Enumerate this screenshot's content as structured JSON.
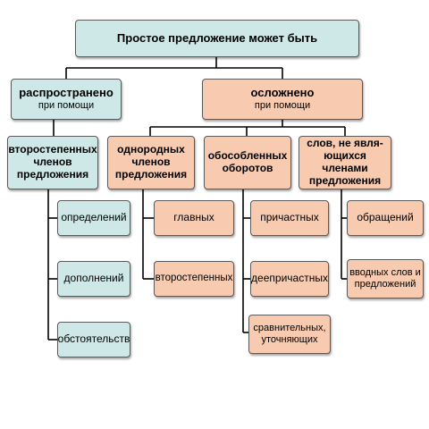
{
  "root": {
    "label": "Простое предложение может быть"
  },
  "branches": {
    "left": {
      "title": "распространено",
      "subtitle": "при помощи"
    },
    "right": {
      "title": "осложнено",
      "subtitle": "при помощи"
    }
  },
  "categories": [
    {
      "label": "второстепенных членов предложения"
    },
    {
      "label": "однородных членов предложения"
    },
    {
      "label": "обособленных оборотов"
    },
    {
      "label": "слов, не явля- ющихся членами предложения"
    }
  ],
  "leaves": {
    "col1": [
      {
        "label": "определений"
      },
      {
        "label": "дополнений"
      },
      {
        "label": "обстоятельств"
      }
    ],
    "col2": [
      {
        "label": "главных"
      },
      {
        "label": "второстепенных"
      }
    ],
    "col3": [
      {
        "label": "причастных"
      },
      {
        "label": "деепричастных"
      },
      {
        "label": "сравнительных, уточняющих"
      }
    ],
    "col4": [
      {
        "label": "обращений"
      },
      {
        "label": "вводных слов и предложений"
      }
    ]
  },
  "colors": {
    "teal": "#cde8e6",
    "peach": "#f8cbb0",
    "border": "#5a5a5a",
    "line": "#000000"
  }
}
